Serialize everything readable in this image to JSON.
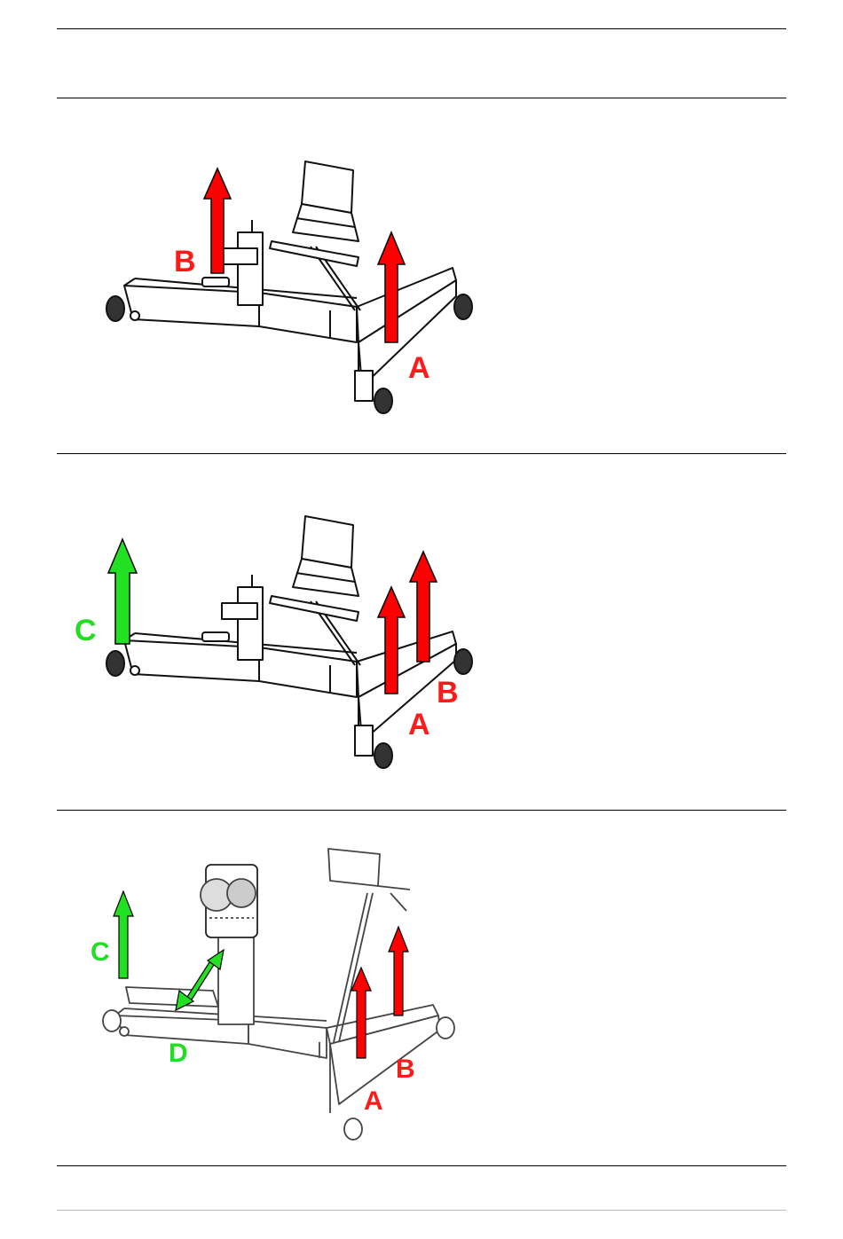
{
  "page": {
    "background": "#ffffff",
    "rule_color": "#000000",
    "footer_rule_color": "#b9b9b9"
  },
  "colors": {
    "red_arrow": "#ff0000",
    "green_arrow": "#22e022",
    "red_label": "#ff1a1a",
    "green_label": "#22dd22"
  },
  "figures": [
    {
      "name": "figure-1",
      "labels": {
        "a": "A",
        "b": "B"
      },
      "arrows": [
        "red-up",
        "red-up"
      ]
    },
    {
      "name": "figure-2",
      "labels": {
        "a": "A",
        "b": "B",
        "c": "C"
      },
      "arrows": [
        "green-up",
        "red-up",
        "red-up"
      ]
    },
    {
      "name": "figure-3",
      "labels": {
        "a": "A",
        "b": "B",
        "c": "C",
        "d": "D"
      },
      "arrows": [
        "green-up",
        "green-diagonal",
        "red-up",
        "red-up"
      ]
    }
  ]
}
